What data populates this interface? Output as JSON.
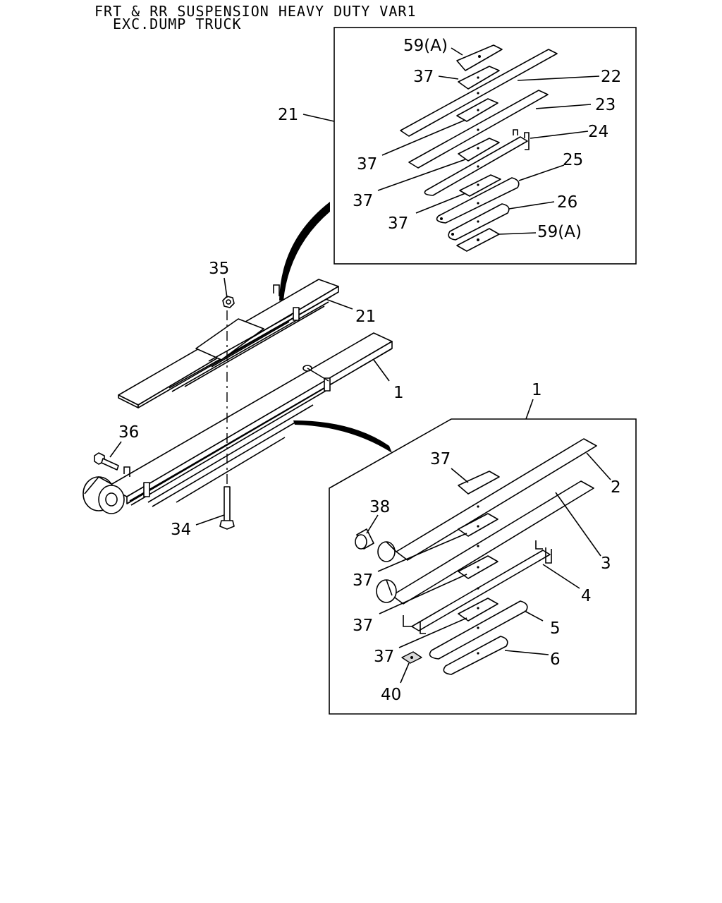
{
  "header": {
    "line1": "FRT & RR SUSPENSION HEAVY DUTY VAR1",
    "line2": "EXC.DUMP TRUCK"
  },
  "callouts": {
    "p59a_top": "59(A)",
    "p37_a": "37",
    "p22": "22",
    "p23": "23",
    "p21_box": "21",
    "p24": "24",
    "p37_b": "37",
    "p25": "25",
    "p37_c": "37",
    "p26": "26",
    "p37_d": "37",
    "p59a_bottom": "59(A)",
    "p35": "35",
    "p21_main": "21",
    "p1_main": "1",
    "p36": "36",
    "p34": "34",
    "p1_box": "1",
    "p37_e": "37",
    "p2": "2",
    "p38": "38",
    "p3": "3",
    "p37_f": "37",
    "p4": "4",
    "p37_g": "37",
    "p5": "5",
    "p37_h": "37",
    "p6": "6",
    "p40": "40"
  }
}
